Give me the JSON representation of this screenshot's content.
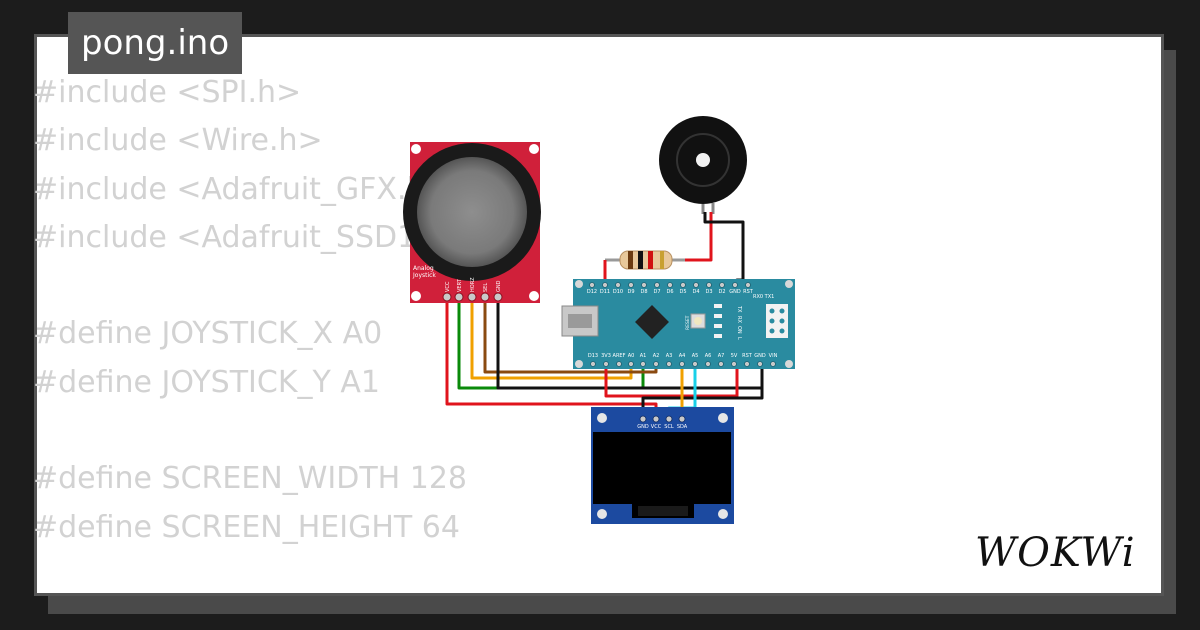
{
  "title": "pong.ino",
  "code_lines": [
    "#include <SPI.h>",
    "#include <Wire.h>",
    "#include <Adafruit_GFX.h>",
    "#include <Adafruit_SSD1306.h>",
    "",
    "#define JOYSTICK_X A0",
    "#define JOYSTICK_Y A1",
    "",
    "#define SCREEN_WIDTH 128",
    "#define SCREEN_HEIGHT 64"
  ],
  "joystick": {
    "label_line1": "Analog",
    "label_line2": "Joystick",
    "pins": [
      "VCC",
      "VERT",
      "HORZ",
      "SEL",
      "GND"
    ]
  },
  "arduino": {
    "top_pins": [
      "D12",
      "D11",
      "D10",
      "D9",
      "D8",
      "D7",
      "D6",
      "D5",
      "D4",
      "D3",
      "D2",
      "GND",
      "RST"
    ],
    "top_right_label": "RX0 TX1",
    "bottom_pins": [
      "D13",
      "3V3",
      "AREF",
      "A0",
      "A1",
      "A2",
      "A3",
      "A4",
      "A5",
      "A6",
      "A7",
      "5V",
      "RST",
      "GND",
      "VIN"
    ],
    "led_labels": [
      "TX",
      "RX",
      "ON",
      "L"
    ],
    "reset_label": "RESET"
  },
  "oled": {
    "pins": [
      "GND",
      "VCC",
      "SCL",
      "SDA"
    ]
  },
  "logo_text": "WOKWi",
  "colors": {
    "background": "#1c1c1c",
    "card": "#ffffff",
    "title_bg": "#555555",
    "code_text": "#d2d2d2",
    "joystick_board": "#d0203a",
    "arduino_board": "#2a8ba0",
    "oled_board": "#1c4aa0",
    "wire_red": "#e0141c",
    "wire_black": "#111111",
    "wire_green": "#0a8a0a",
    "wire_orange": "#f0a000",
    "wire_brown": "#8a4a10",
    "wire_cyan": "#18d0e8"
  }
}
